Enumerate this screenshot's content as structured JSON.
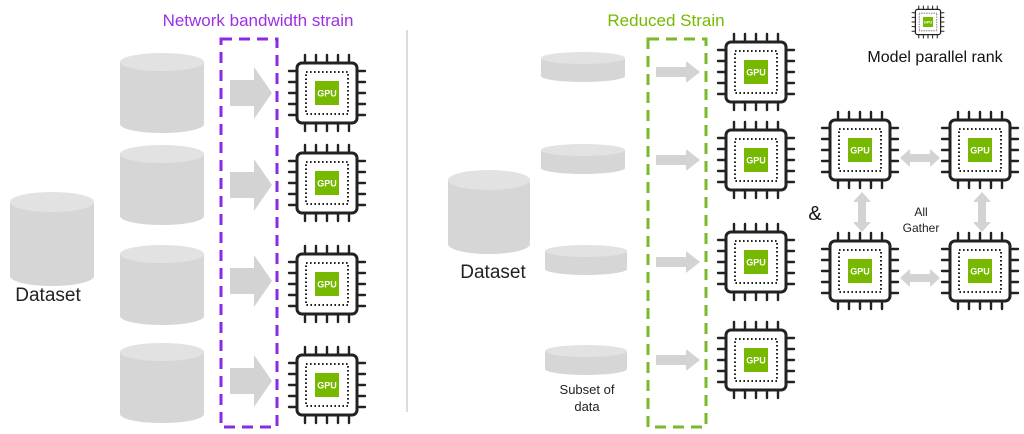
{
  "left_panel": {
    "title": "Network bandwidth strain",
    "dataset_label": "Dataset",
    "gpu_label": "GPU",
    "title_color": "#9b30e8",
    "box_color": "#8a2be2"
  },
  "right_panel": {
    "title": "Reduced Strain",
    "dataset_label": "Dataset",
    "subset_label_line1": "Subset of",
    "subset_label_line2": "data",
    "gpu_label": "GPU",
    "title_color": "#76b900",
    "box_color": "#7ab82d",
    "legend_label": "Model parallel rank",
    "ampersand": "&",
    "all_gather_line1": "All",
    "all_gather_line2": "Gather"
  },
  "colors": {
    "gpu_green": "#76b900",
    "chip_outline": "#222222",
    "dataset_gray": "#d6d6d6",
    "arrow_gray": "#d3d3d3"
  },
  "icons": [
    "gpu-chip-icon",
    "database-cylinder-icon",
    "arrow-right-icon",
    "double-arrow-icon"
  ]
}
